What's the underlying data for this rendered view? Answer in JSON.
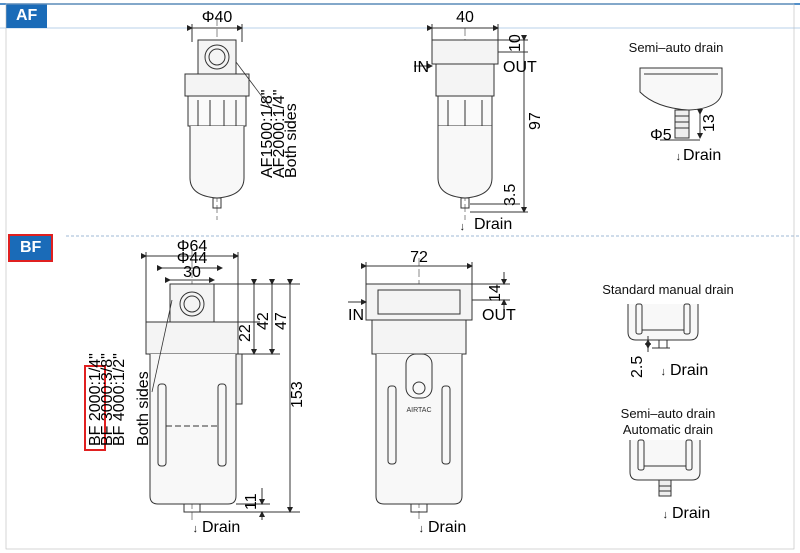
{
  "sections": {
    "af": {
      "tab_label": "AF",
      "phi40": "Φ40",
      "dim40": "40",
      "dim10": "10",
      "dim97": "97",
      "dim3_5": "3.5",
      "in": "IN",
      "out": "OUT",
      "drain": "Drain",
      "port_note_1": "AF1500:1/8\"",
      "port_note_2": "AF2000:1/4\"",
      "port_note_3": "Both sides",
      "semi_auto_title": "Semi–auto drain",
      "phi5": "Φ5",
      "dim13": "13",
      "semi_drain": "Drain"
    },
    "bf": {
      "tab_label": "BF",
      "phi64": "Φ64",
      "phi44": "Φ44",
      "dim30": "30",
      "dim22": "22",
      "dim42": "42",
      "dim47": "47",
      "dim153": "153",
      "dim11": "11",
      "drain_left": "Drain",
      "port_note_1": "BF 2000:1/4\"",
      "port_note_2": "BF 3000:3/8\"",
      "port_note_3": "BF 4000:1/2\"",
      "port_note_4": "Both sides",
      "dim72": "72",
      "dim14": "14",
      "in": "IN",
      "out": "OUT",
      "brand": "AIRTAC",
      "drain_mid": "Drain",
      "std_manual_title": "Standard manual drain",
      "dim2_5": "2.5",
      "std_drain": "Drain",
      "semi_title_1": "Semi–auto drain",
      "semi_title_2": "Automatic drain",
      "semi_drain": "Drain"
    }
  },
  "colors": {
    "tab_blue": "#1a6bb8",
    "highlight_red": "#e02020",
    "separator": "#9fb8d4"
  }
}
